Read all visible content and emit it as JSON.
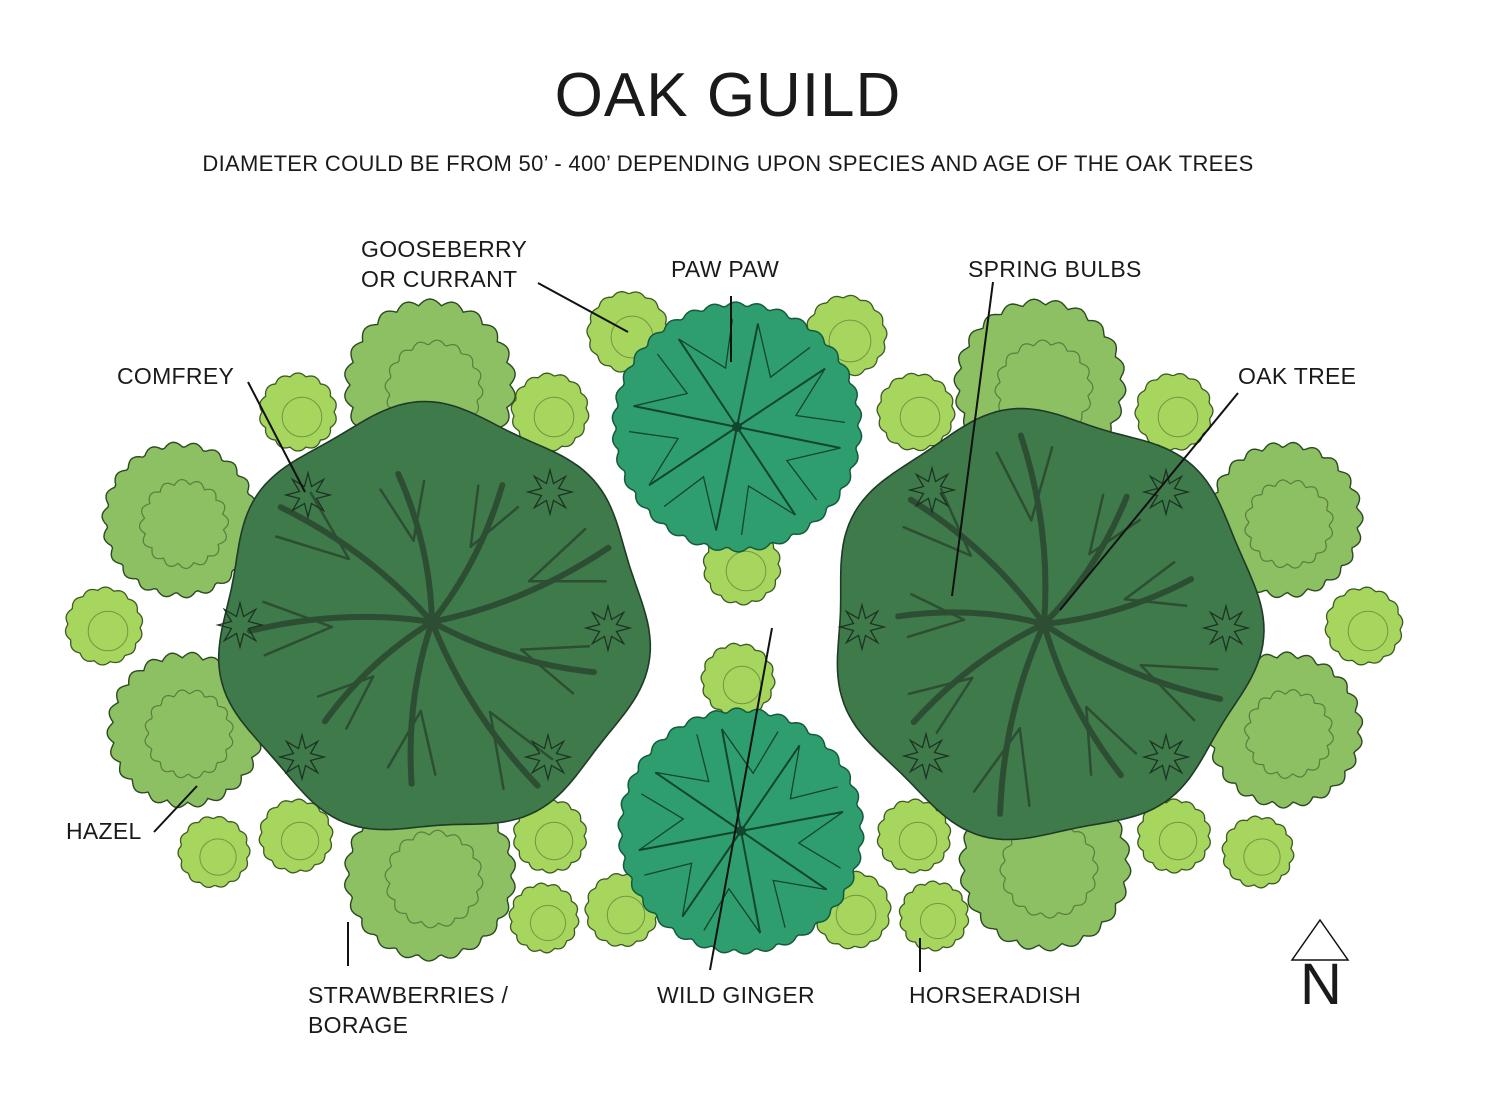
{
  "title": "OAK GUILD",
  "subtitle": "DIAMETER COULD BE FROM 50’ - 400’ DEPENDING UPON SPECIES AND AGE OF THE OAK TREES",
  "labels": {
    "gooseberry": "GOOSEBERRY\nOR CURRANT",
    "paw_paw": "PAW PAW",
    "spring_bulbs": "SPRING BULBS",
    "comfrey": "COMFREY",
    "oak_tree": "OAK TREE",
    "hazel": "HAZEL",
    "strawberries": "STRAWBERRIES /\nBORAGE",
    "wild_ginger": "WILD GINGER",
    "horseradish": "HORSERADISH"
  },
  "compass": {
    "letter": "N"
  },
  "colors": {
    "oak_canopy": "#3f7a4b",
    "oak_branch": "#2d4e33",
    "paw_paw_canopy": "#2f9e6e",
    "hazel_canopy": "#8cc062",
    "shrub_canopy": "#a6d65e",
    "leader_line": "#111111"
  }
}
